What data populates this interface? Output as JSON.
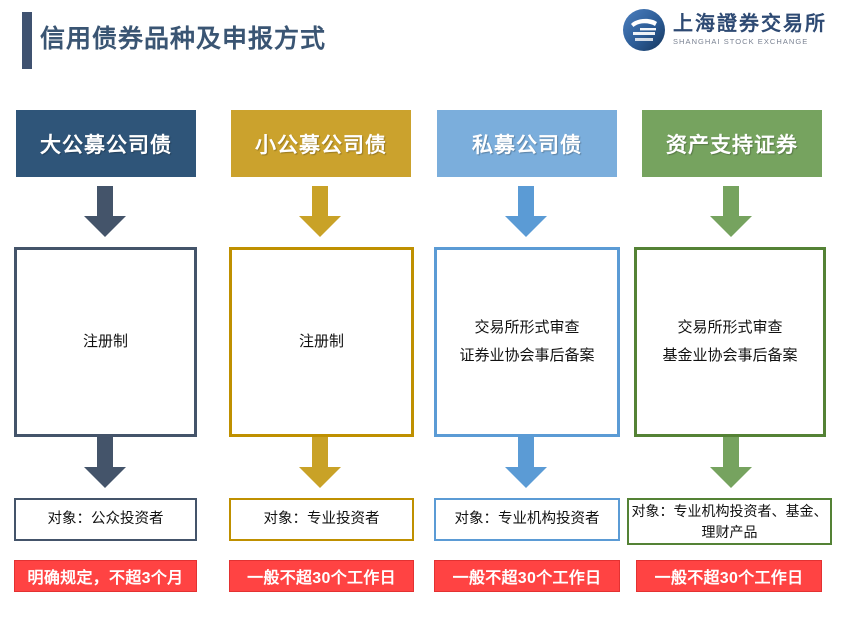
{
  "header": {
    "title": "信用债券品种及申报方式",
    "accent_color": "#3F5270",
    "logo": {
      "icon_name": "sse-logo-icon",
      "name_cn": "上海證券交易所",
      "name_en": "SHANGHAI STOCK EXCHANGE"
    }
  },
  "columns": [
    {
      "header_label": "大公募公司债",
      "header_color": "#2F5579",
      "accent_color": "#44546A",
      "arrow_color": "#44546A",
      "review": "注册制",
      "target": "对象：公众投资者",
      "deadline": "明确规定，不超3个月"
    },
    {
      "header_label": "小公募公司债",
      "header_color": "#CBA22D",
      "accent_color": "#BF9000",
      "arrow_color": "#C9A227",
      "review": "注册制",
      "target": "对象：专业投资者",
      "deadline": "一般不超30个工作日"
    },
    {
      "header_label": "私募公司债",
      "header_color": "#7BAEDC",
      "accent_color": "#5B9BD5",
      "arrow_color": "#5B9BD5",
      "review": "交易所形式审查\n证券业协会事后备案",
      "target": "对象：专业机构投资者",
      "deadline": "一般不超30个工作日"
    },
    {
      "header_label": "资产支持证券",
      "header_color": "#76A35F",
      "accent_color": "#548235",
      "arrow_color": "#76A35F",
      "review": "交易所形式审查\n基金业协会事后备案",
      "target": "对象：专业机构投资者、基金、\n理财产品",
      "deadline": "一般不超30个工作日"
    }
  ],
  "deadline_chip_style": {
    "background": "#FF4343",
    "border": "#E33232",
    "text_color": "#FFFFFF"
  }
}
